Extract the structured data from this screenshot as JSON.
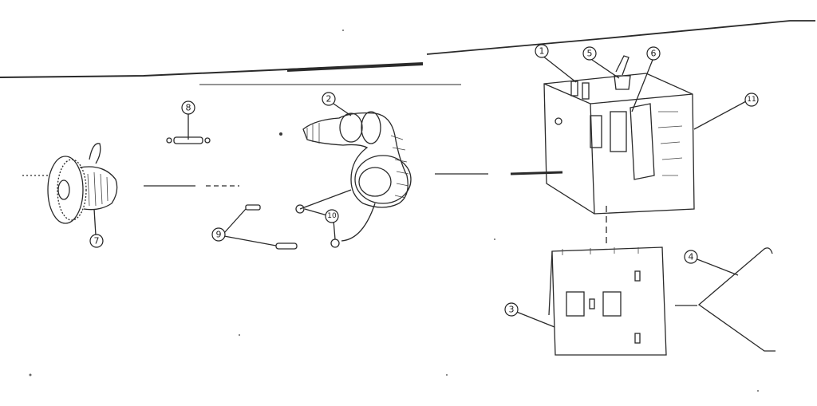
{
  "callouts": [
    {
      "id": "c1",
      "label": "1"
    },
    {
      "id": "c2",
      "label": "2"
    },
    {
      "id": "c3",
      "label": "3"
    },
    {
      "id": "c4",
      "label": "4"
    },
    {
      "id": "c5",
      "label": "5"
    },
    {
      "id": "c6",
      "label": "6"
    },
    {
      "id": "c7",
      "label": "7"
    },
    {
      "id": "c8",
      "label": "8"
    },
    {
      "id": "c9",
      "label": "9"
    },
    {
      "id": "c10",
      "label": "10"
    },
    {
      "id": "c11",
      "label": "11"
    }
  ],
  "colors": {
    "ink": "#2a2a2a",
    "paper": "#ffffff"
  }
}
